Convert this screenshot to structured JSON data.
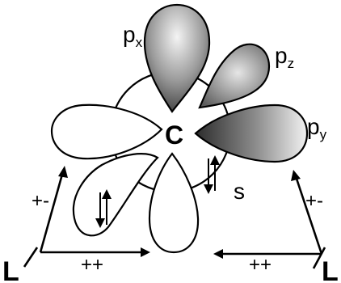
{
  "diagram": {
    "center_atom": "C",
    "orbital_labels": {
      "px": {
        "base": "p",
        "sub": "x"
      },
      "pz": {
        "base": "p",
        "sub": "z"
      },
      "py": {
        "base": "p",
        "sub": "y"
      },
      "s": "s"
    },
    "ligands": {
      "left": "L",
      "right": "L"
    },
    "interaction_labels": {
      "left_diagonal": "+-",
      "left_horizontal": "++",
      "right_diagonal": "+-",
      "right_horizontal": "++"
    },
    "electron_pair_symbol": "↓↑",
    "colors": {
      "lobe_dark": "#4a4a4a",
      "lobe_light": "#f2f2f2",
      "outline": "#000000"
    }
  }
}
